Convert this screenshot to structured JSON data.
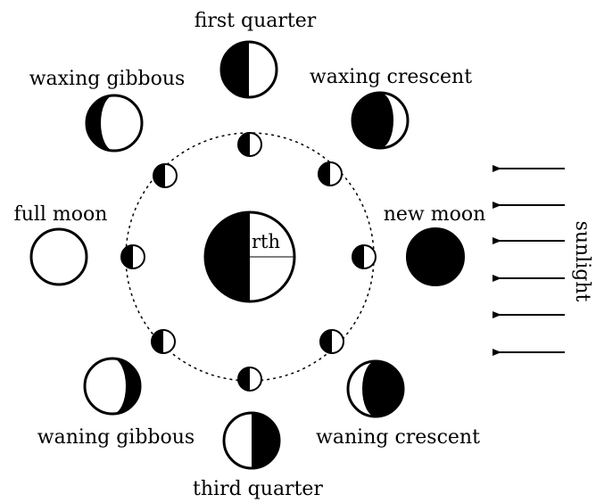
{
  "labels": {
    "first_quarter": "first quarter",
    "waxing_gibbous": "waxing gibbous",
    "waxing_crescent": "waxing crescent",
    "full_moon": "full moon",
    "new_moon": "new moon",
    "waning_gibbous": "waning gibbous",
    "waning_crescent": "waning crescent",
    "third_quarter": "third quarter",
    "earth": "rth",
    "sunlight": "sunlight"
  },
  "colors": {
    "ink": "#000000",
    "paper": "#ffffff"
  }
}
